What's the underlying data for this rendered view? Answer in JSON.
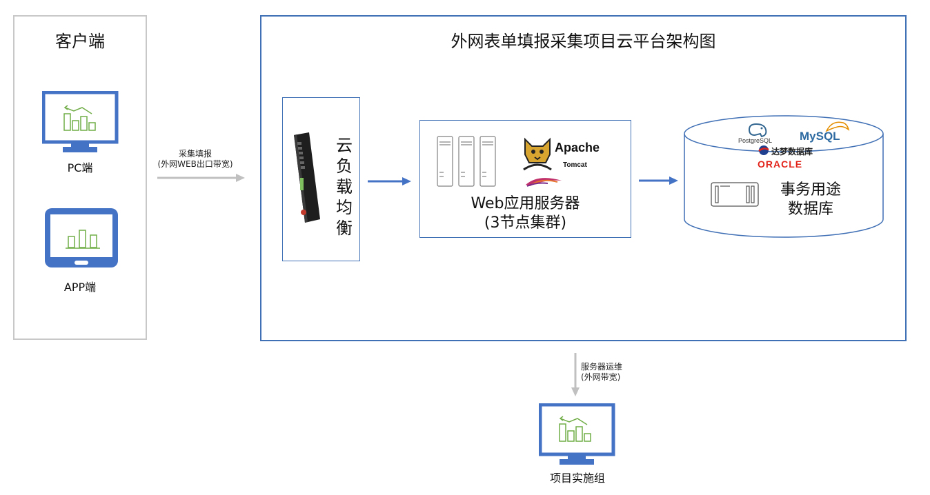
{
  "client": {
    "title": "客户端",
    "pc_label": "PC端",
    "app_label": "APP端"
  },
  "flow_collect": {
    "line1": "采集填报",
    "line2": "(外网WEB出口带宽)"
  },
  "cloud": {
    "title": "外网表单填报采集项目云平台架构图",
    "load_balancer_label": [
      "云",
      "负",
      "载",
      "均",
      "衡"
    ],
    "web_server": {
      "line1": "Web应用服务器",
      "line2": "(3节点集群)",
      "logo_apache": "Apache",
      "logo_tomcat": "Tomcat"
    },
    "database": {
      "line1": "事务用途",
      "line2": "数据库",
      "logo_postgres": "PostgreSQL",
      "logo_mysql": "MySQL",
      "logo_dameng": "达梦数据库",
      "logo_oracle": "ORACLE"
    }
  },
  "flow_ops": {
    "line1": "服务器运维",
    "line2": "(外网带宽)"
  },
  "team": {
    "label": "项目实施组"
  },
  "colors": {
    "blue": "#3f6fb5",
    "icon_blue": "#4472c4",
    "chart_green": "#70ad47",
    "gray_arrow": "#c0c0c0",
    "oracle_red": "#e2231a"
  }
}
